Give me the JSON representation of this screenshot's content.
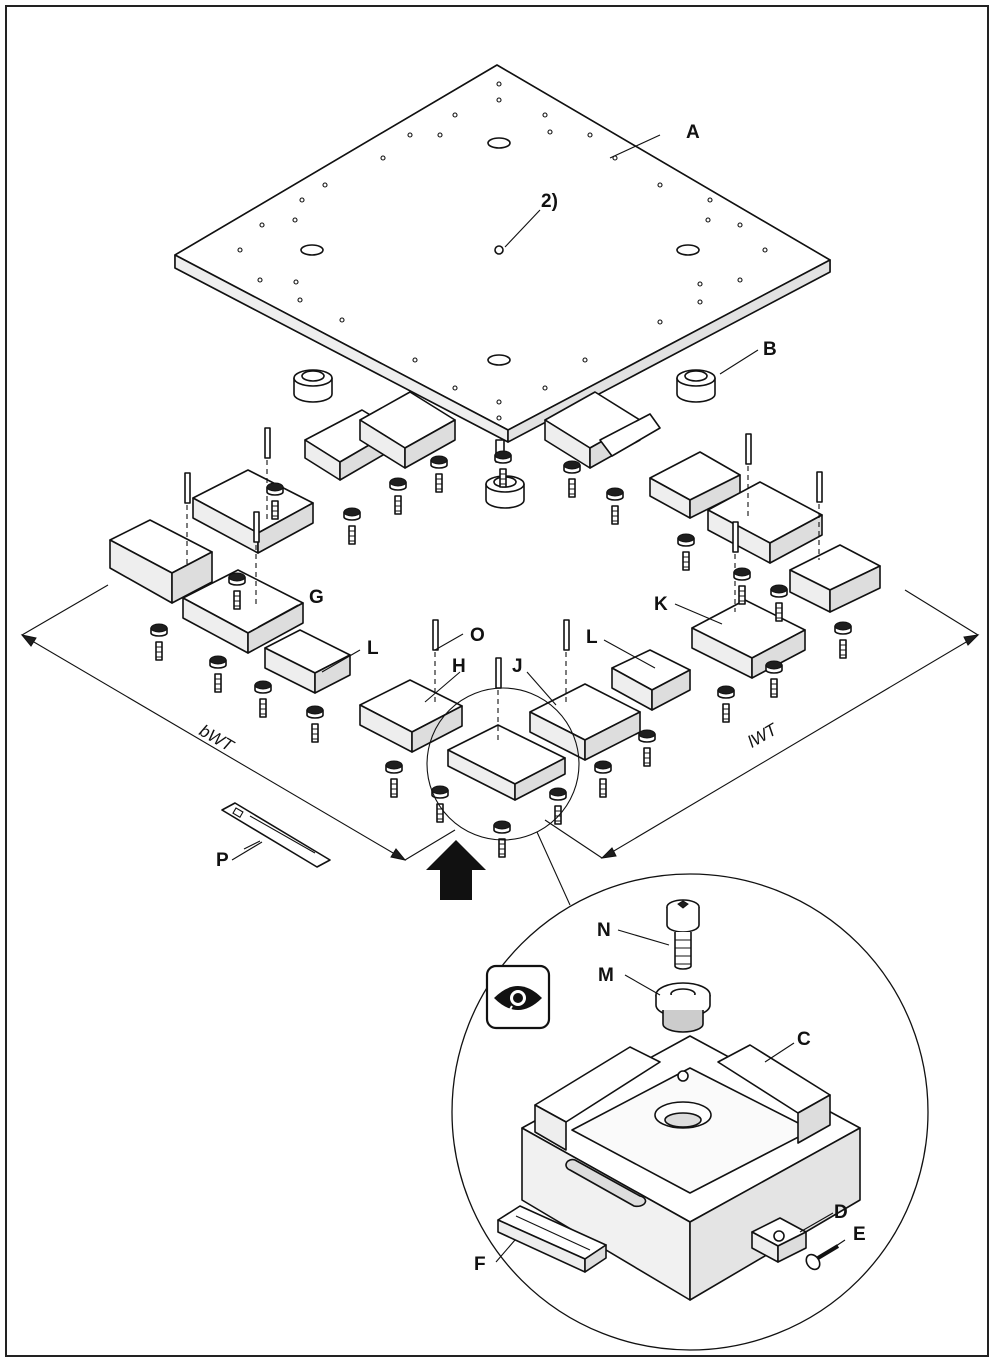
{
  "labels": {
    "A": "A",
    "B": "B",
    "C": "C",
    "D": "D",
    "E": "E",
    "F": "F",
    "G": "G",
    "H": "H",
    "J": "J",
    "K": "K",
    "L1": "L",
    "L2": "L",
    "M": "M",
    "N": "N",
    "O": "O",
    "P": "P",
    "note2": "2)"
  },
  "dimensions": {
    "width": "bWT",
    "length": "lWT"
  },
  "icons": {
    "eye": "eye-view-icon",
    "arrow": "view-direction-arrow-icon"
  }
}
